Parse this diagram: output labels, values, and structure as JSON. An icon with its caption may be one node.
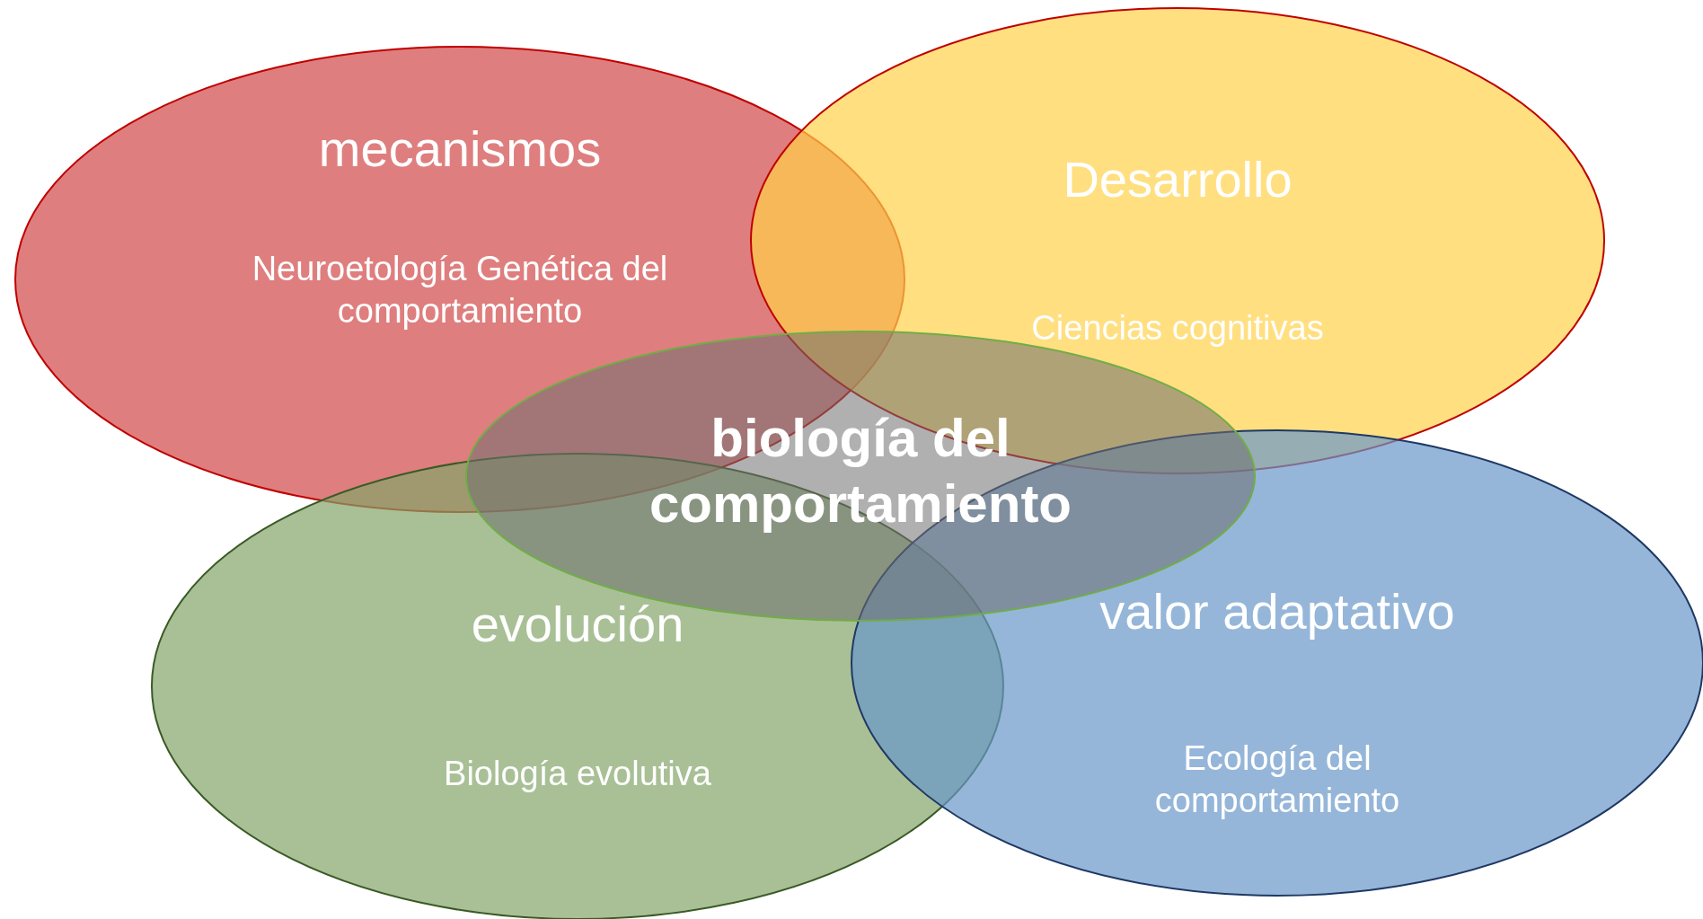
{
  "diagram": {
    "nodes": [
      {
        "text": [
          "mecanismos",
          "Neuroetología Genética del comportamiento"
        ]
      },
      {
        "text": [
          "Desarrollo",
          "Ciencias cognitivas"
        ]
      },
      {
        "text": [
          "biología del comportamiento"
        ]
      },
      {
        "text": [
          "evolución",
          "Biología evolutiva"
        ]
      },
      {
        "text": [
          "valor adaptativo",
          "Ecología del comportamiento"
        ]
      }
    ]
  }
}
